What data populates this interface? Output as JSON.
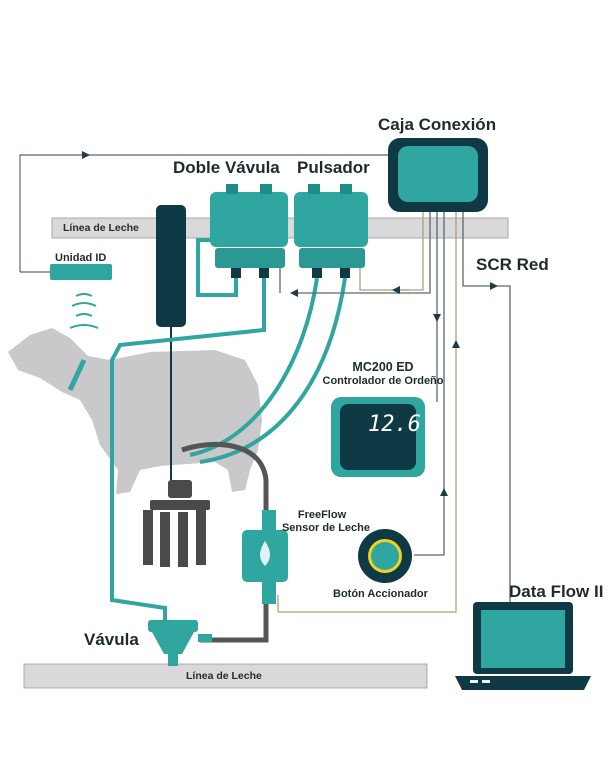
{
  "labels": {
    "caja_conexion": "Caja Conexión",
    "doble_vavula": "Doble Vávula",
    "pulsador": "Pulsador",
    "linea_leche_top": "Línea de Leche",
    "unidad_id": "Unidad ID",
    "scr_red": "SCR Red",
    "mc200_line1": "MC200 ED",
    "mc200_line2": "Controlador de Ordeño",
    "display_value": "12.6",
    "freeflow_line1": "FreeFlow",
    "freeflow_line2": "Sensor de Leche",
    "boton": "Botón Accionador",
    "data_flow": "Data Flow II",
    "vavula": "Vávula",
    "linea_leche_bottom": "Línea de Leche"
  },
  "colors": {
    "teal": "#2fa6a0",
    "dark_teal": "#0f3a45",
    "cow_gray": "#c9c9cc",
    "milk_line": "#d9d9db",
    "signal_line": "#b39f7e",
    "cable": "#4a4a4a"
  }
}
